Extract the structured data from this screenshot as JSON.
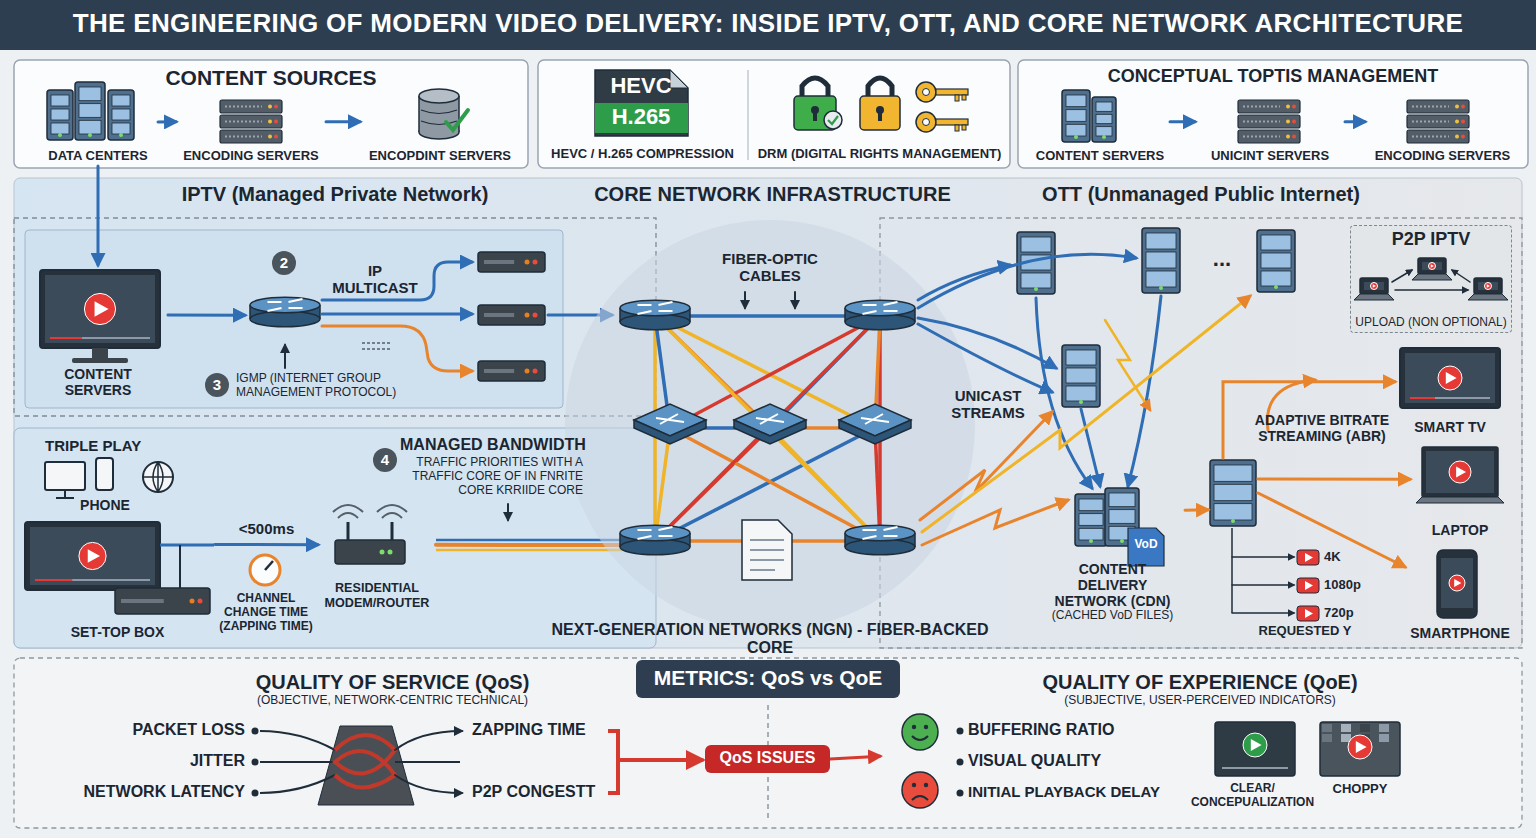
{
  "diagram": {
    "title": "THE ENGINEERING OF MODERN VIDEO DELIVERY: INSIDE IPTV, OTT, AND CORE NETWORK ARCHITECTURE",
    "nodes": [
      {
        "text": [
          "CONTENT SOURCES"
        ]
      },
      {
        "text": [
          "DATA CENTERS"
        ],
        "in": 0
      },
      {
        "text": [
          "ENCODING SERVERS"
        ],
        "in": 0
      },
      {
        "text": [
          "ENCOPDINT SERVERS"
        ],
        "in": 0
      },
      {
        "text": [
          "HEVC / H.265 COMPRESSION"
        ]
      },
      {
        "text": [
          "DRM (DIGITAL RIGHTS MANAGEMENT)"
        ]
      },
      {
        "text": [
          "CONCEPTUAL TOPTIS MANAGEMENT"
        ]
      },
      {
        "text": [
          "CONTENT SERVERS"
        ],
        "in": 6
      },
      {
        "text": [
          "UNICINT SERVERS"
        ],
        "in": 6
      },
      {
        "text": [
          "ENCODING SERVERS"
        ],
        "in": 6
      },
      {
        "text": [
          "IPTV (Managed Private Network)"
        ]
      },
      {
        "text": [
          "CONTENT SERVERS"
        ],
        "in": 10
      },
      {
        "text": [
          "IP MULTICAST"
        ],
        "in": 10
      },
      {
        "text": [
          "SET-TOP BOX"
        ]
      },
      {
        "text": [
          "RESIDENTIAL MODEM/ROUTER"
        ]
      },
      {
        "text": [
          "CORE NETWORK INFRASTRUCTURE"
        ]
      },
      {
        "text": [
          "OTT (Unmanaged Public Internet)"
        ]
      },
      {
        "text": [
          "P2P IPTV",
          "UPLOAD (NON OPTIONAL)"
        ],
        "in": 16
      },
      {
        "text": [
          "CONTENT DELIVERY NETWORK (CDN)",
          "(CACHED VoD FILES)"
        ],
        "in": 16
      },
      {
        "text": [
          "ADAPTIVE BITRATE STREAMING (ABR)"
        ],
        "in": 16
      },
      {
        "text": [
          "SMART TV"
        ],
        "in": 16
      },
      {
        "text": [
          "LAPTOP"
        ],
        "in": 16
      },
      {
        "text": [
          "SMARTPHONE"
        ],
        "in": 16
      },
      {
        "text": [
          "QUALITY OF SERVICE (QoS)",
          "(OBJECTIVE, NETWORK-CENTRIC TECHNICAL)"
        ]
      },
      {
        "text": [
          "QUALITY OF EXPERIENCE (QoE)",
          "(SUBJECTIVE, USER-PERCEIVED INDICATORS)"
        ]
      },
      {
        "text": [
          "METRICS: QoS vs QoE"
        ]
      },
      {
        "text": [
          "QoS ISSUES"
        ]
      }
    ],
    "edges": [
      {
        "from": 1,
        "to": 2,
        "arrow": "to"
      },
      {
        "from": 2,
        "to": 3,
        "arrow": "to"
      },
      {
        "from": 7,
        "to": 8,
        "arrow": "to"
      },
      {
        "from": 8,
        "to": 9,
        "arrow": "to"
      },
      {
        "from": 1,
        "to": 11,
        "arrow": "to"
      },
      {
        "from": 11,
        "to": 12,
        "arrow": "to"
      },
      {
        "from": 13,
        "to": 14,
        "label": "<500ms",
        "arrow": "to"
      },
      {
        "from": 14,
        "to": 15,
        "arrow": "none"
      },
      {
        "from": 18,
        "to": 19,
        "arrow": "to"
      },
      {
        "from": 19,
        "to": 20,
        "arrow": "to"
      },
      {
        "from": 19,
        "to": 21,
        "arrow": "to"
      },
      {
        "from": 19,
        "to": 22,
        "arrow": "to"
      },
      {
        "from": 26,
        "to": 24,
        "arrow": "to"
      }
    ],
    "labels": [
      "HEVC",
      "H.265",
      "2",
      "3",
      "IGMP (INTERNET GROUP MANAGEMENT PROTOCOL)",
      "TRIPLE PLAY",
      "PHONE",
      "CHANNEL CHANGE TIME (ZAPPING TIME)",
      "4",
      "MANAGED BANDWIDTH",
      "TRAFFIC PRIORITIES WITH A TRAFFIC CORE OF IN FNRITE CORE KRRIIDE CORE",
      "FIBER-OPTIC CABLES",
      "NEXT-GENERATION NETWORKS (NGN) - FIBER-BACKED CORE",
      "UNICAST STREAMS",
      "...",
      "VoD",
      "4K",
      "1080p",
      "720p",
      "REQUESTED Y",
      "PACKET LOSS",
      "JITTER",
      "NETWORK LATENCY",
      "ZAPPING TIME",
      "P2P CONGESTT",
      "BUFFERING RATIO",
      "VISUAL QUALITY",
      "INITIAL PLAYBACK DELAY",
      "CLEAR/ CONCEPUALIZATION",
      "CHOPPY"
    ]
  }
}
